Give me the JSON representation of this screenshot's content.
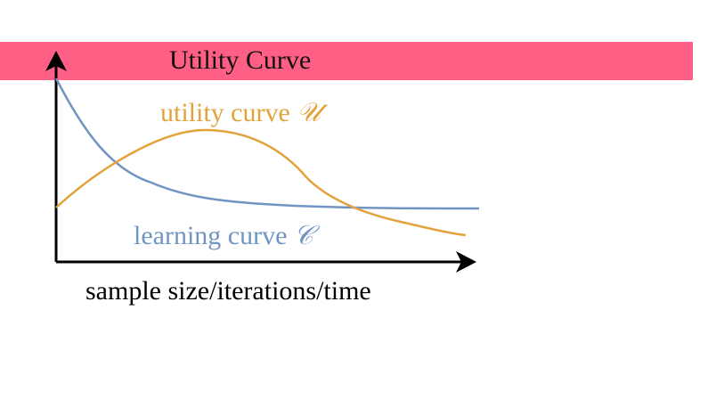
{
  "title": "Utility Curve",
  "colors": {
    "title_band": "#ff5f85",
    "utility_curve": "#e1a33a",
    "learning_curve": "#7195c3",
    "axes": "#000000"
  },
  "labels": {
    "utility_text": "utility curve ",
    "utility_symbol": "𝒰",
    "learning_text": "learning curve ",
    "learning_symbol": "𝒞",
    "x_axis": "sample size/iterations/time"
  }
}
